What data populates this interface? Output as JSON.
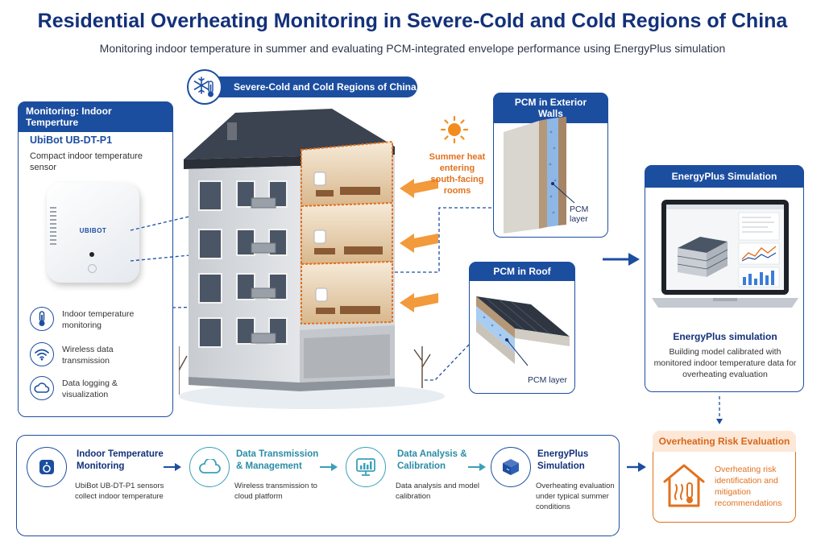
{
  "header": {
    "title": "Residential Overheating Monitoring in Severe-Cold and Cold Regions of China",
    "subtitle": "Monitoring indoor temperature in summer and evaluating PCM-integrated envelope performance using EnergyPlus simulation"
  },
  "region": {
    "label": "Severe-Cold and Cold Regions of China",
    "icon": "snowflake-thermometer-icon"
  },
  "monitoring": {
    "header": "Monitoring: Indoor Temperture",
    "sensor_name": "UbiBot UB-DT-P1",
    "sensor_desc": "Compact indoor temperature sensor",
    "sensor_logo": "UBIBOT",
    "features": [
      {
        "icon": "thermometer-icon",
        "label": "Indoor temperature monitoring"
      },
      {
        "icon": "wifi-icon",
        "label": "Wireless data transmission"
      },
      {
        "icon": "cloud-icon",
        "label": "Data logging & visualization"
      }
    ]
  },
  "heat": {
    "label": "Summer heat entering south-facing rooms",
    "icon": "sun-icon"
  },
  "pcm_walls": {
    "header": "PCM in Exterior Walls",
    "layer_label": "PCM layer"
  },
  "pcm_roof": {
    "header": "PCM in Roof",
    "layer_label": "PCM layer"
  },
  "energyplus": {
    "header": "EnergyPlus Simulation",
    "title": "EnergyPlus simulation",
    "desc": "Building model calibrated with monitored indoor temperature data for overheating evaluation"
  },
  "flow": {
    "steps": [
      {
        "icon": "sensor-icon",
        "title": "Indoor Temperature Monitoring",
        "desc": "UbiBot UB-DT-P1 sensors collect indoor temperature"
      },
      {
        "icon": "cloud-icon",
        "title": "Data Transmission & Management",
        "desc": "Wireless transmission to cloud platform"
      },
      {
        "icon": "chart-monitor-icon",
        "title": "Data Analysis & Calibration",
        "desc": "Data analysis and model calibration"
      },
      {
        "icon": "cube-icon",
        "title": "EnergyPlus Simulation",
        "desc": "Overheating evaluation under typical summer conditions"
      }
    ]
  },
  "risk": {
    "header": "Overheating Risk Evaluation",
    "text": "Overheating risk identification and mitigation recommendations",
    "icon": "house-heat-icon"
  },
  "colors": {
    "primary": "#1c4ea0",
    "accent": "#e2711d",
    "teal": "#3aa0b8"
  }
}
